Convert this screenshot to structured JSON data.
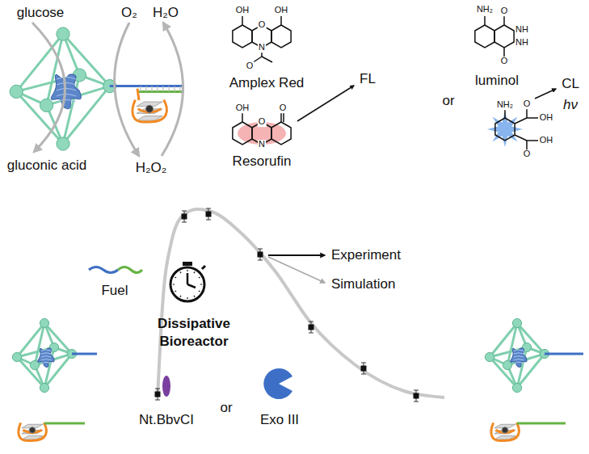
{
  "diagram": {
    "labels": [
      "glucose",
      "O₂",
      "H₂O",
      "OH",
      "O",
      "OH",
      "N",
      "O",
      "Amplex Red",
      "NH₂",
      "O",
      "NH",
      "NH",
      "O",
      "luminol",
      "FL",
      "or",
      "CL",
      "hν",
      "O",
      "OH",
      "O",
      "OH",
      "NH₂",
      "OH",
      "O",
      "N",
      "O",
      "Resorufin",
      "gluconic acid",
      "H₂O₂",
      "Experiment",
      "Simulation",
      "Fuel",
      "Dissipative Bioreactor",
      "Nt.BbvCI",
      "or",
      "Exo III"
    ]
  }
}
